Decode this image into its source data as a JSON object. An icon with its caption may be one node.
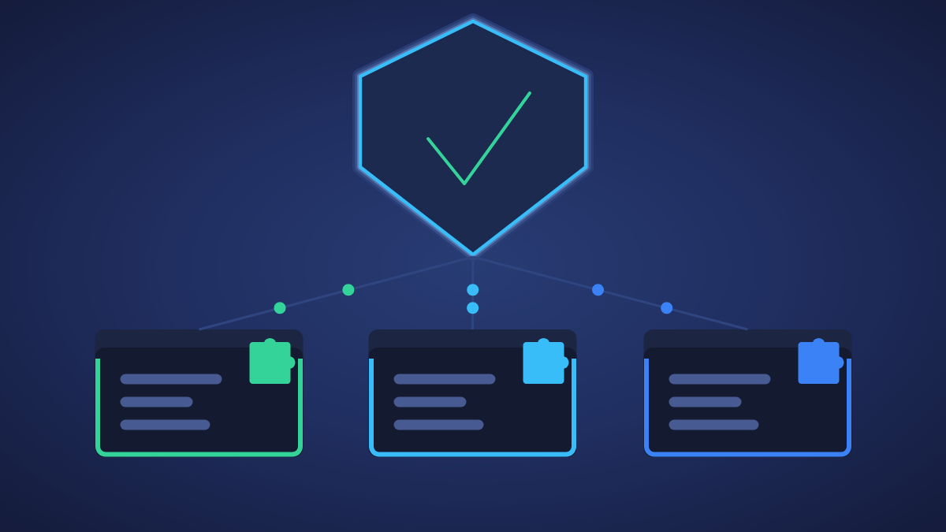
{
  "diagram": {
    "nodes": [
      {
        "text": [],
        "shape": "hexagon"
      },
      {
        "text": [],
        "shape": "box"
      },
      {
        "text": [],
        "shape": "box"
      },
      {
        "text": [],
        "shape": "box"
      }
    ],
    "edges": [
      {
        "from": 0,
        "to": 1,
        "arrow": "none"
      },
      {
        "from": 0,
        "to": 2,
        "arrow": "none"
      },
      {
        "from": 0,
        "to": 3,
        "arrow": "none"
      }
    ]
  }
}
